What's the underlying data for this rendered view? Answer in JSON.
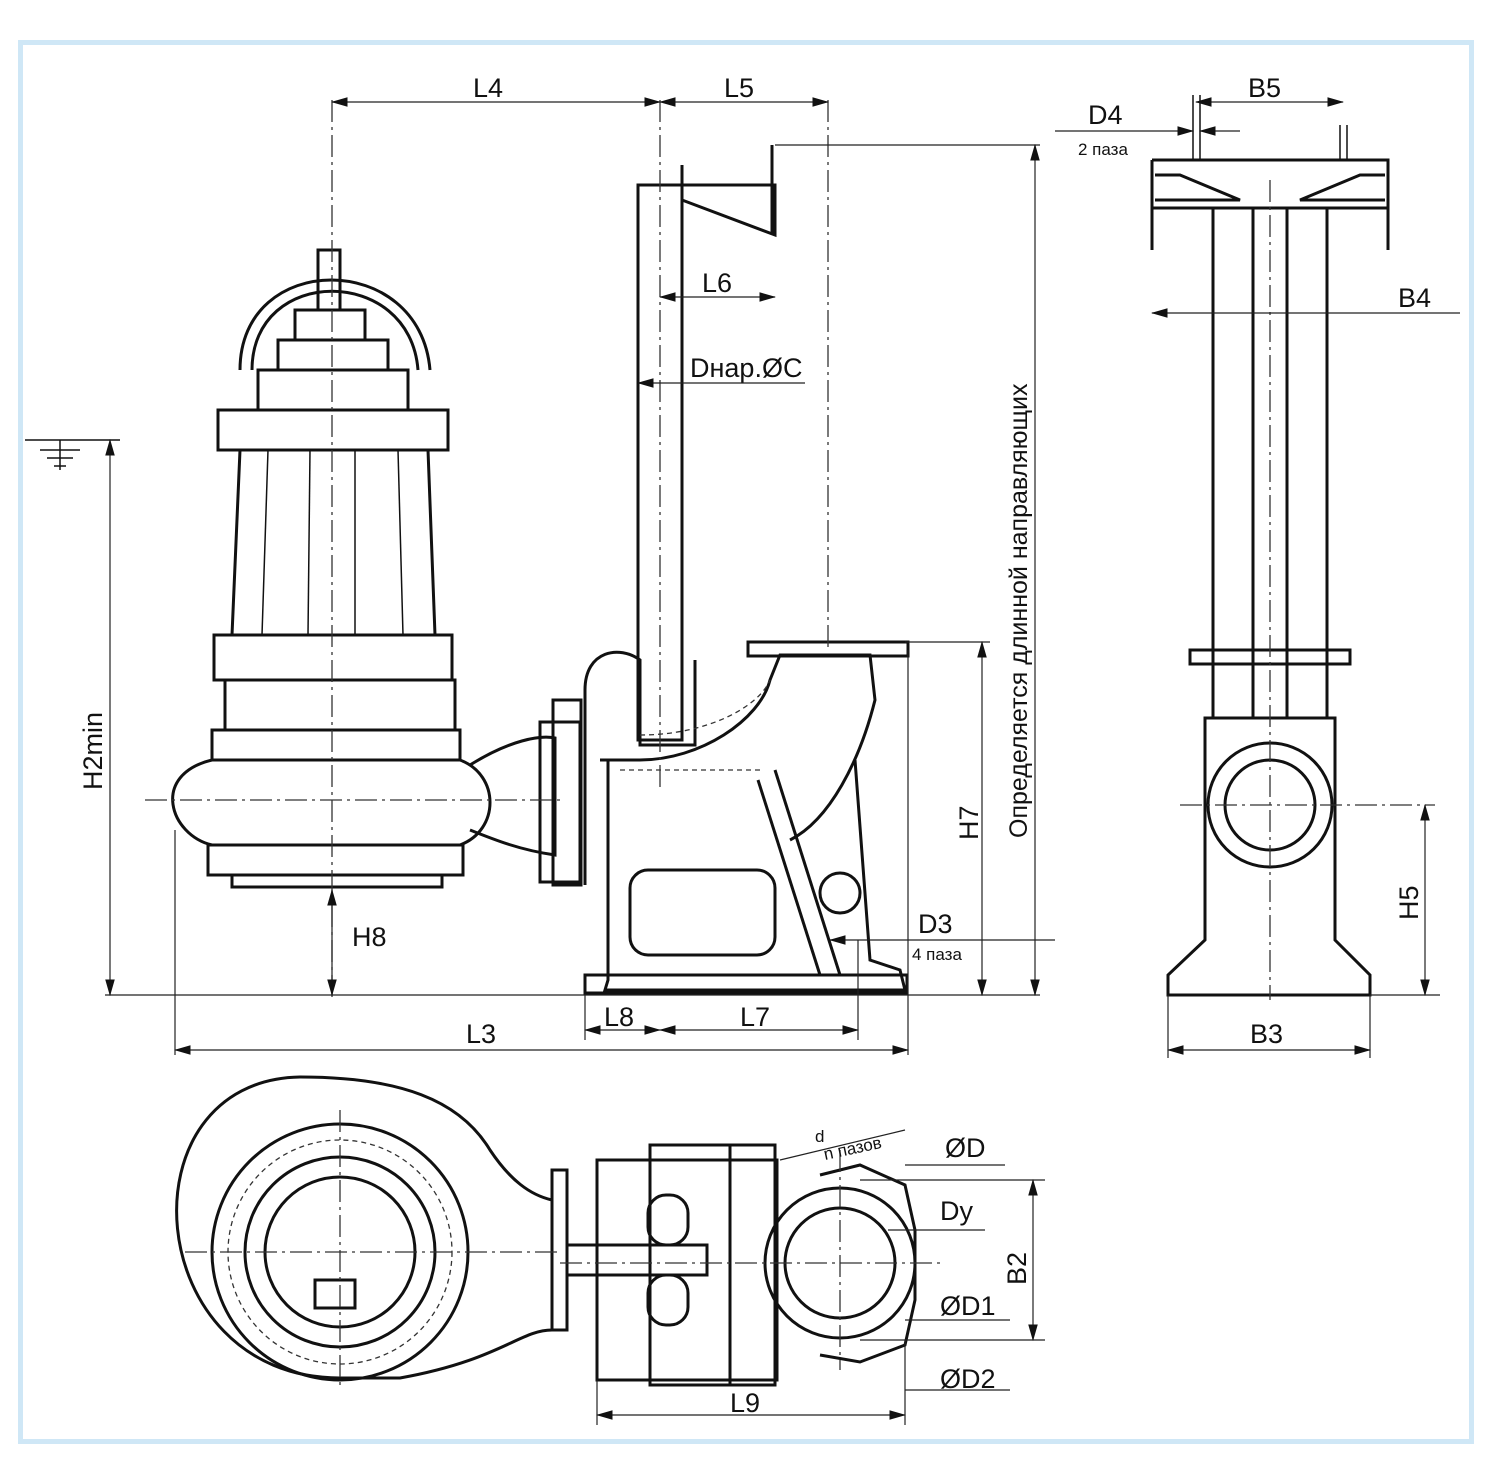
{
  "drawing": {
    "labels": {
      "L4": "L4",
      "L5": "L5",
      "D4": "D4",
      "D4_note": "2 паза",
      "B5": "B5",
      "L6": "L6",
      "Dnar": "Dнар.ØC",
      "B4": "B4",
      "H2min": "H2min",
      "rail_note": "Определяется длинной направляющих",
      "H7": "H7",
      "D3": "D3",
      "D3_note": "4 паза",
      "H8": "H8",
      "H5": "H5",
      "L8": "L8",
      "L7": "L7",
      "L3": "L3",
      "B3": "B3",
      "d": "d",
      "n_note": "n пазов",
      "OD": "ØD",
      "Dy": "Dy",
      "B2": "B2",
      "OD1": "ØD1",
      "OD2": "ØD2",
      "L9": "L9"
    },
    "colors": {
      "frame": "#cfe7f6",
      "line": "#111111"
    }
  }
}
